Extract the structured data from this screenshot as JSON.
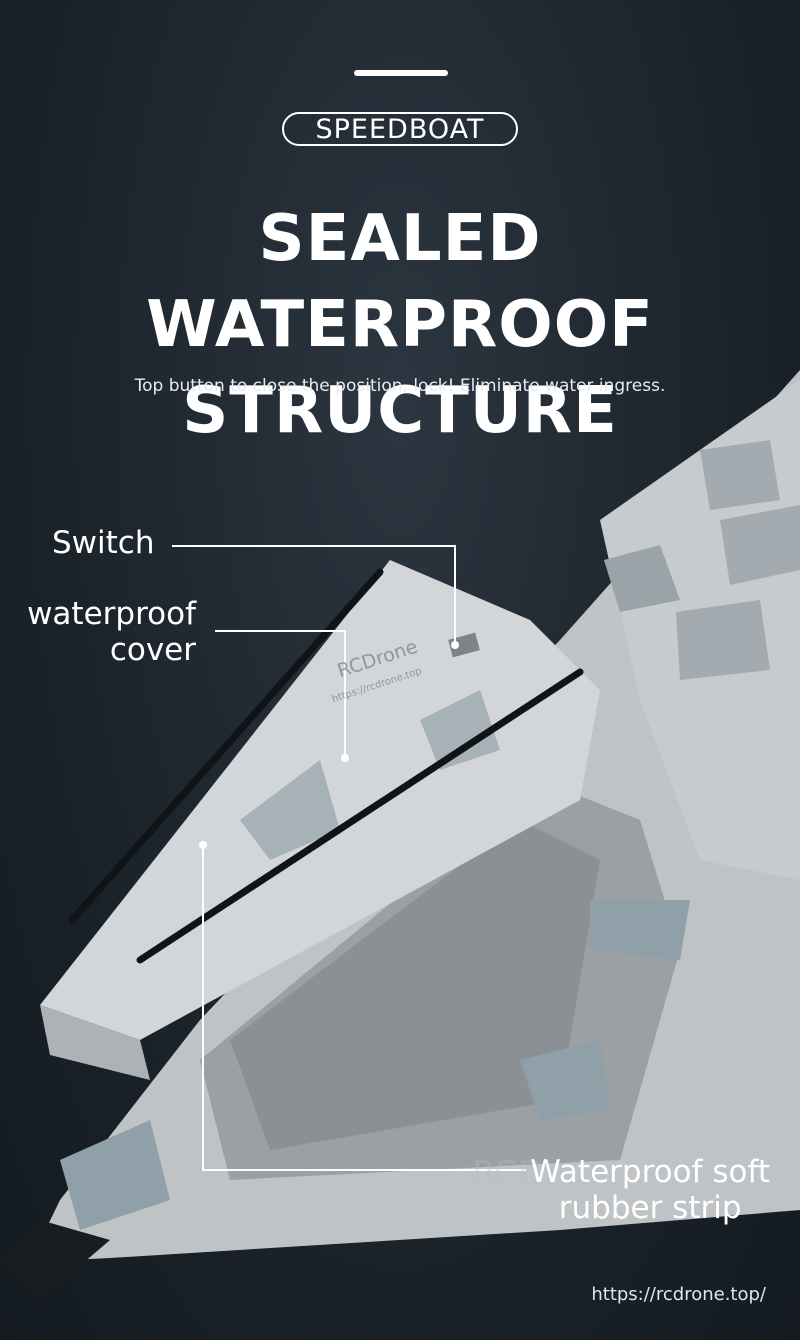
{
  "badge": "SPEEDBOAT",
  "headline": [
    "SEALED WATERPROOF",
    "STRUCTURE"
  ],
  "subtitle": "Top button to close the position, lock! Eliminate water ingress.",
  "callouts": {
    "switch": "Switch",
    "cover": [
      "waterproof",
      "cover"
    ],
    "strip": [
      "Waterproof soft",
      "rubber strip"
    ]
  },
  "watermarks": {
    "brand": "RCDrone",
    "url_small": "https://rcdrone.top",
    "footer_url": "https://rcdrone.top/"
  },
  "colors": {
    "background": "#1c242c",
    "hull": "#c9ccce",
    "camo": "#8fa0a8",
    "accent_line": "#ffffff"
  }
}
